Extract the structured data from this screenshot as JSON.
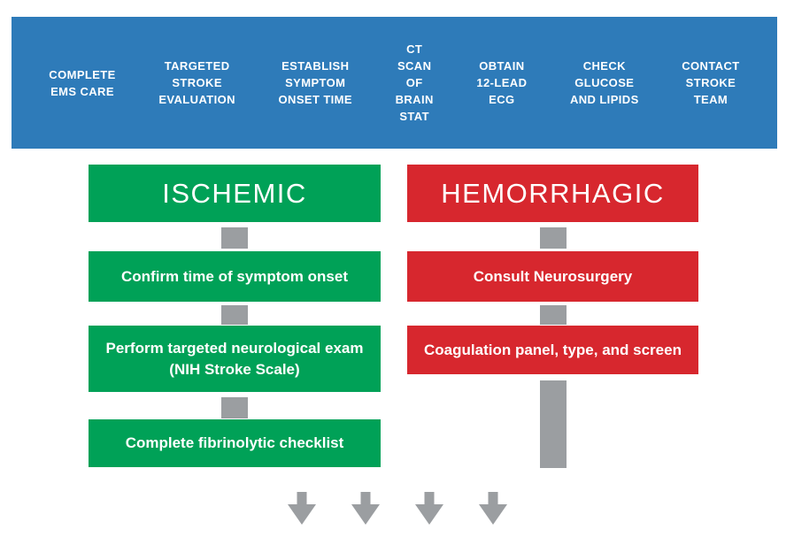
{
  "palette": {
    "banner_blue": "#2e7bb9",
    "ischemic_green": "#00a157",
    "hemorrhagic_red": "#d7272e",
    "connector_gray": "#9b9ea1",
    "text_white": "#ffffff"
  },
  "banner": {
    "items": [
      {
        "label": "COMPLETE\nEMS CARE"
      },
      {
        "label": "TARGETED\nSTROKE\nEVALUATION"
      },
      {
        "label": "ESTABLISH\nSYMPTOM\nONSET TIME"
      },
      {
        "label": "CT\nSCAN\nOF\nBRAIN\nSTAT"
      },
      {
        "label": "OBTAIN\n12-LEAD\nECG"
      },
      {
        "label": "CHECK\nGLUCOSE\nAND LIPIDS"
      },
      {
        "label": "CONTACT\nSTROKE\nTEAM"
      }
    ]
  },
  "columns": {
    "ischemic": {
      "title": "ISCHEMIC",
      "steps": [
        "Confirm time of symptom onset",
        "Perform targeted neurological exam\n(NIH Stroke Scale)",
        "Complete fibrinolytic checklist"
      ]
    },
    "hemorrhagic": {
      "title": "HEMORRHAGIC",
      "steps": [
        "Consult Neurosurgery",
        "Coagulation panel, type, and screen"
      ]
    }
  },
  "footer": {
    "arrow_count": 4,
    "arrow_icon": "down-arrow"
  }
}
